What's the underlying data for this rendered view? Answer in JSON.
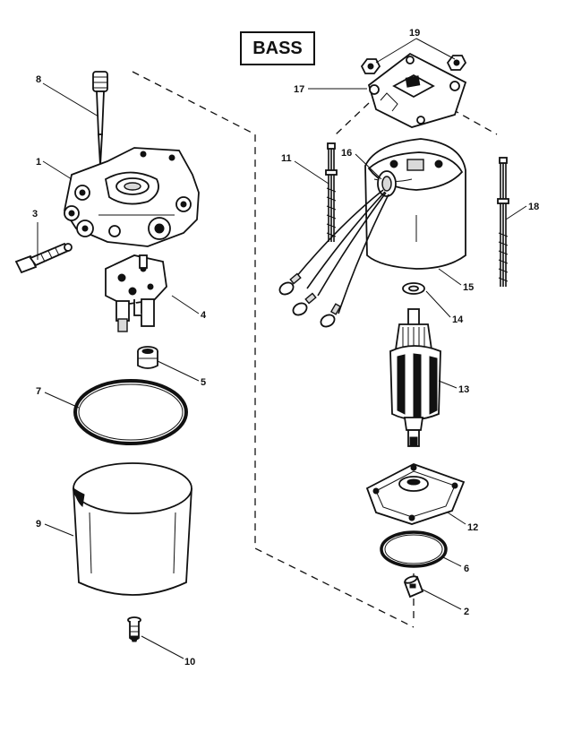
{
  "title": "BASS",
  "callouts": [
    "1",
    "2",
    "3",
    "4",
    "5",
    "6",
    "7",
    "8",
    "9",
    "10",
    "11",
    "12",
    "13",
    "14",
    "15",
    "16",
    "17",
    "18",
    "19"
  ]
}
